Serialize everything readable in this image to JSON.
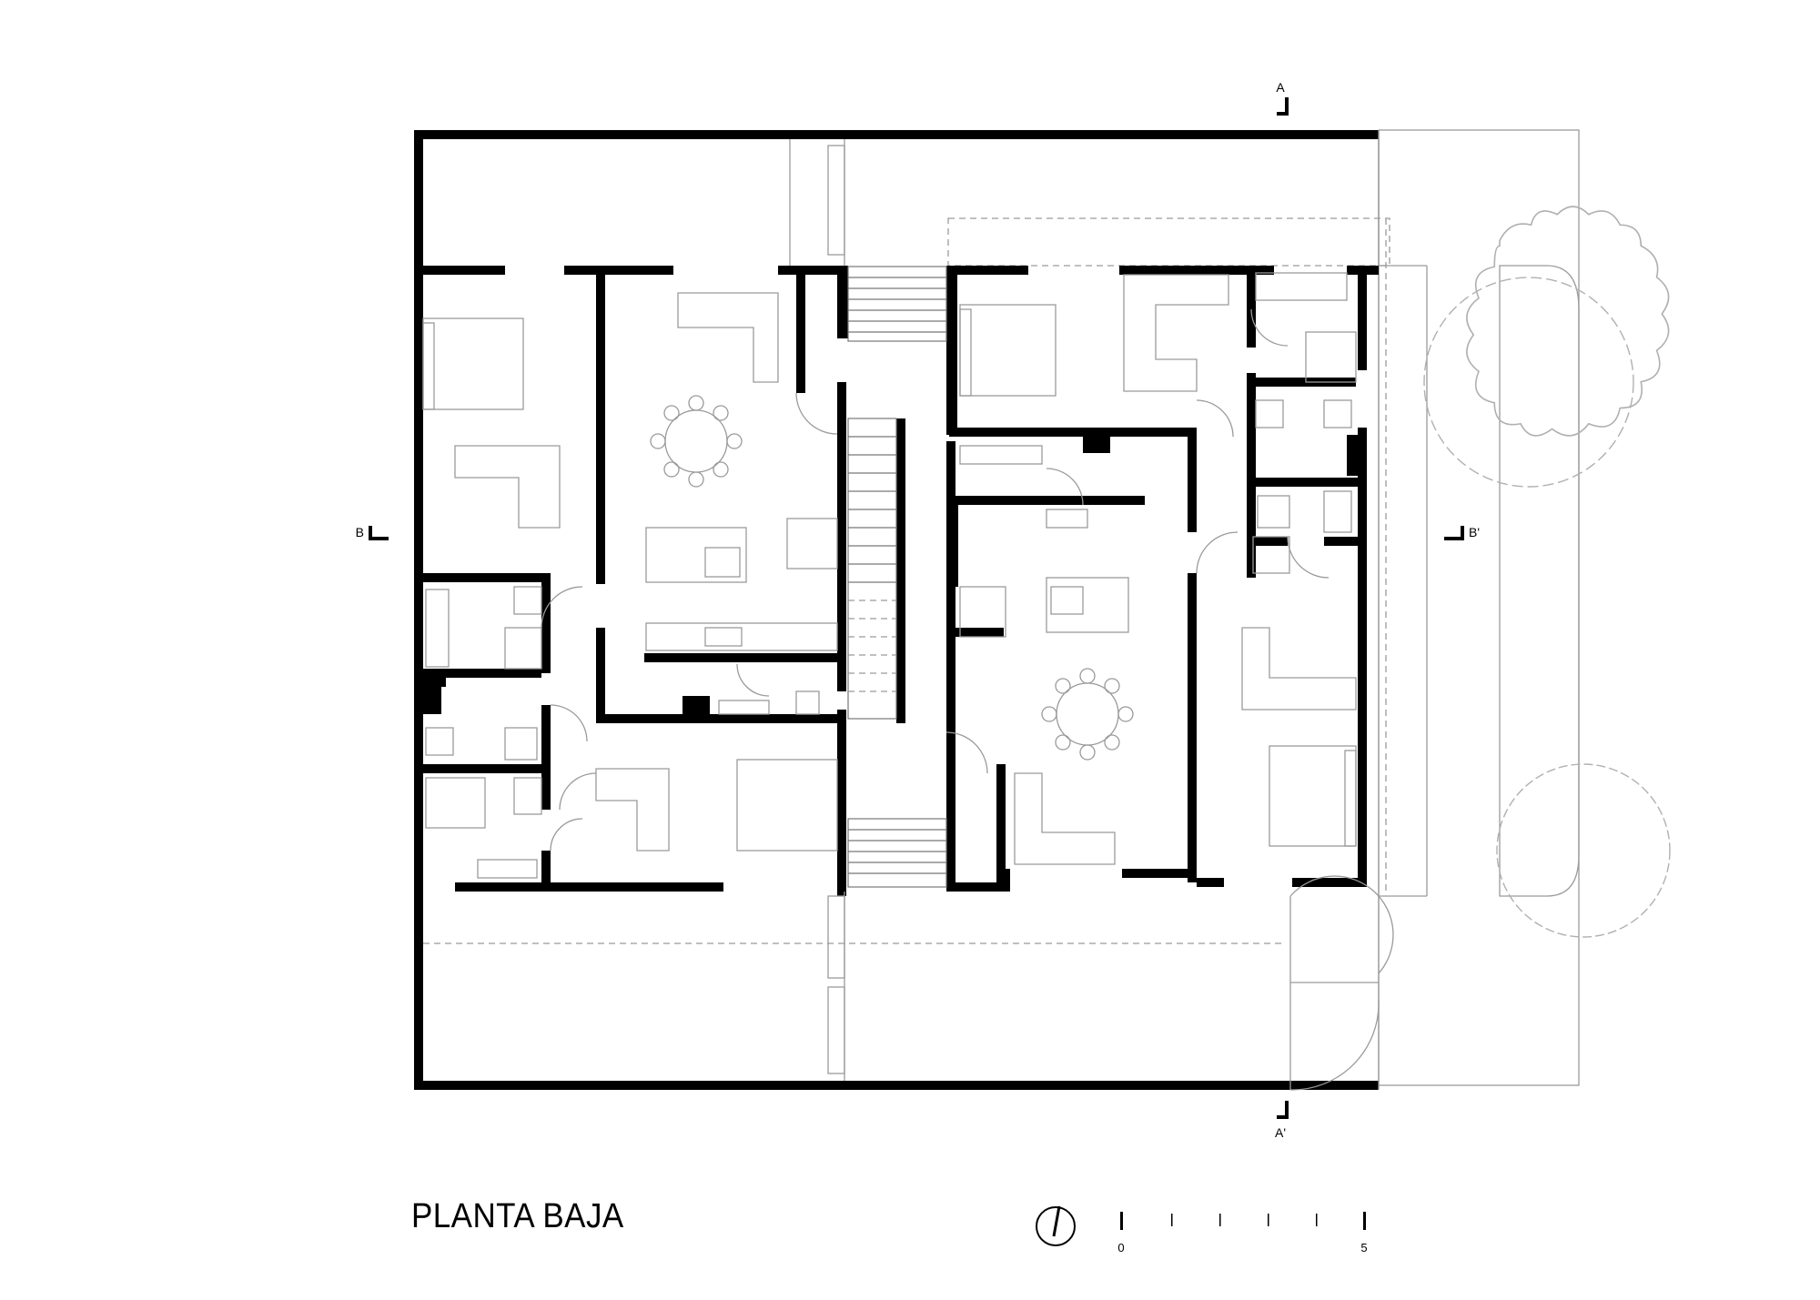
{
  "drawing": {
    "title": "PLANTA BAJA",
    "section_marks": {
      "a_top": "A",
      "a_bottom": "A'",
      "b_left": "B",
      "b_right": "B'"
    },
    "scale_bar": {
      "start_label": "0",
      "end_label": "5"
    },
    "icons": [
      "north-arrow-icon",
      "tree-icon"
    ]
  }
}
